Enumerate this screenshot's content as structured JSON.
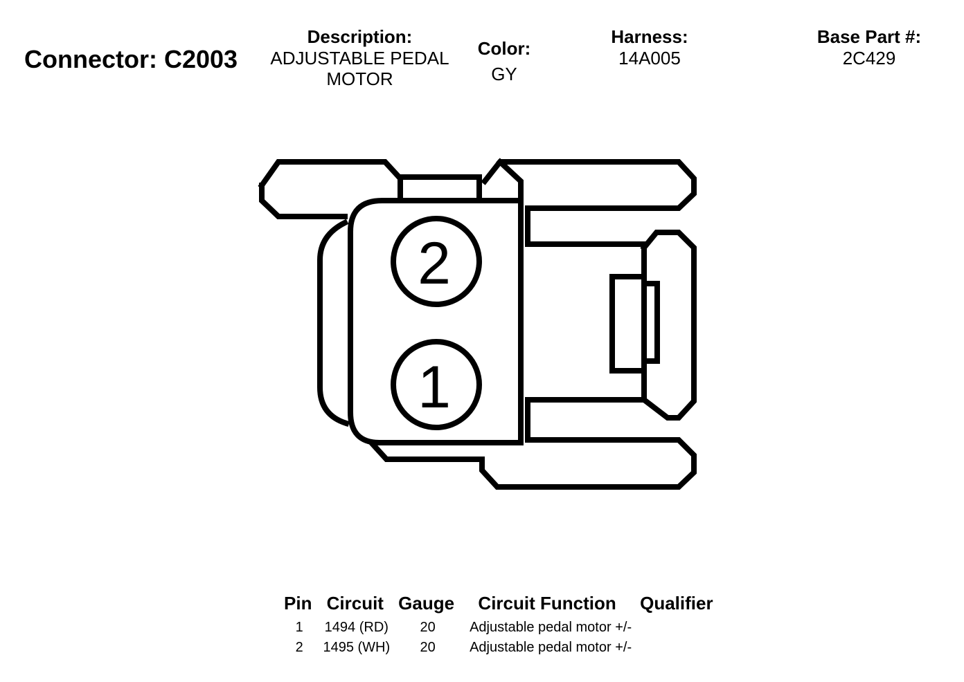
{
  "header": {
    "connector_title": "Connector: C2003",
    "description_label": "Description:",
    "description_line1": "ADJUSTABLE PEDAL",
    "description_line2": "MOTOR",
    "color_label": "Color:",
    "color_value": "GY",
    "harness_label": "Harness:",
    "harness_value": "14A005",
    "base_part_label": "Base Part #:",
    "base_part_value": "2C429"
  },
  "diagram": {
    "pin_top": "2",
    "pin_bottom": "1",
    "stroke_color": "#000000"
  },
  "table": {
    "columns": [
      "Pin",
      "Circuit",
      "Gauge",
      "Circuit Function",
      "Qualifier"
    ],
    "rows": [
      {
        "pin": "1",
        "circuit": "1494 (RD)",
        "gauge": "20",
        "function": "Adjustable pedal motor +/-",
        "qualifier": ""
      },
      {
        "pin": "2",
        "circuit": "1495 (WH)",
        "gauge": "20",
        "function": "Adjustable pedal motor +/-",
        "qualifier": ""
      }
    ]
  }
}
